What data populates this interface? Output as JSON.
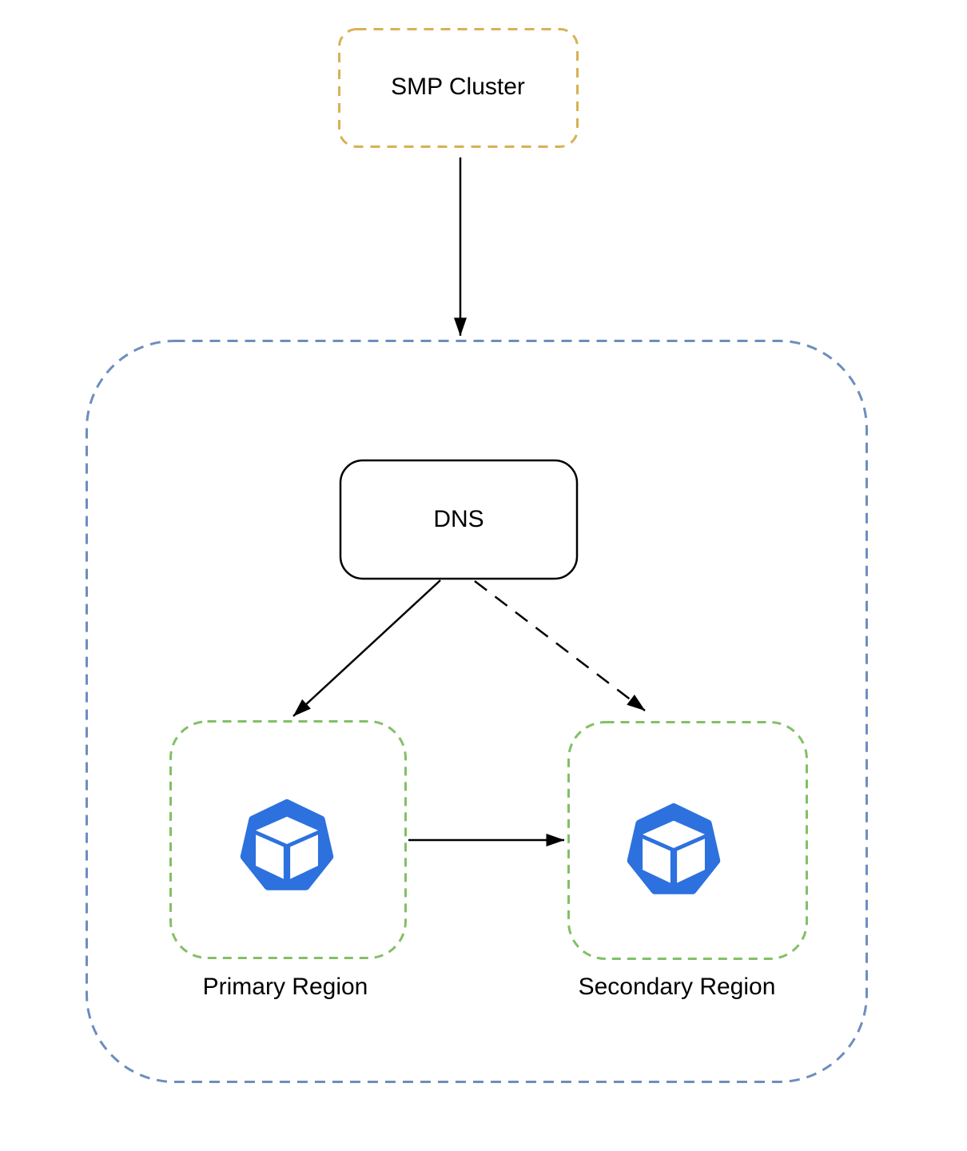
{
  "diagram": {
    "background_color": "#ffffff",
    "nodes": {
      "smp_cluster": {
        "label": "SMP Cluster",
        "border_color": "#D8B156",
        "border_style": "dashed"
      },
      "outer_group": {
        "border_color": "#6C8EBF",
        "border_style": "dashed"
      },
      "dns": {
        "label": "DNS",
        "border_color": "#000000",
        "border_style": "solid"
      },
      "primary_region": {
        "label": "Primary Region",
        "border_color": "#82C067",
        "border_style": "dashed"
      },
      "secondary_region": {
        "label": "Secondary Region",
        "border_color": "#82C067",
        "border_style": "dashed"
      }
    },
    "icon_color": "#2D71DE",
    "edges": [
      {
        "from": "smp_cluster",
        "to": "outer_group",
        "style": "solid"
      },
      {
        "from": "dns",
        "to": "primary_region",
        "style": "solid"
      },
      {
        "from": "dns",
        "to": "secondary_region",
        "style": "dashed"
      },
      {
        "from": "primary_region",
        "to": "secondary_region",
        "style": "solid"
      }
    ]
  }
}
